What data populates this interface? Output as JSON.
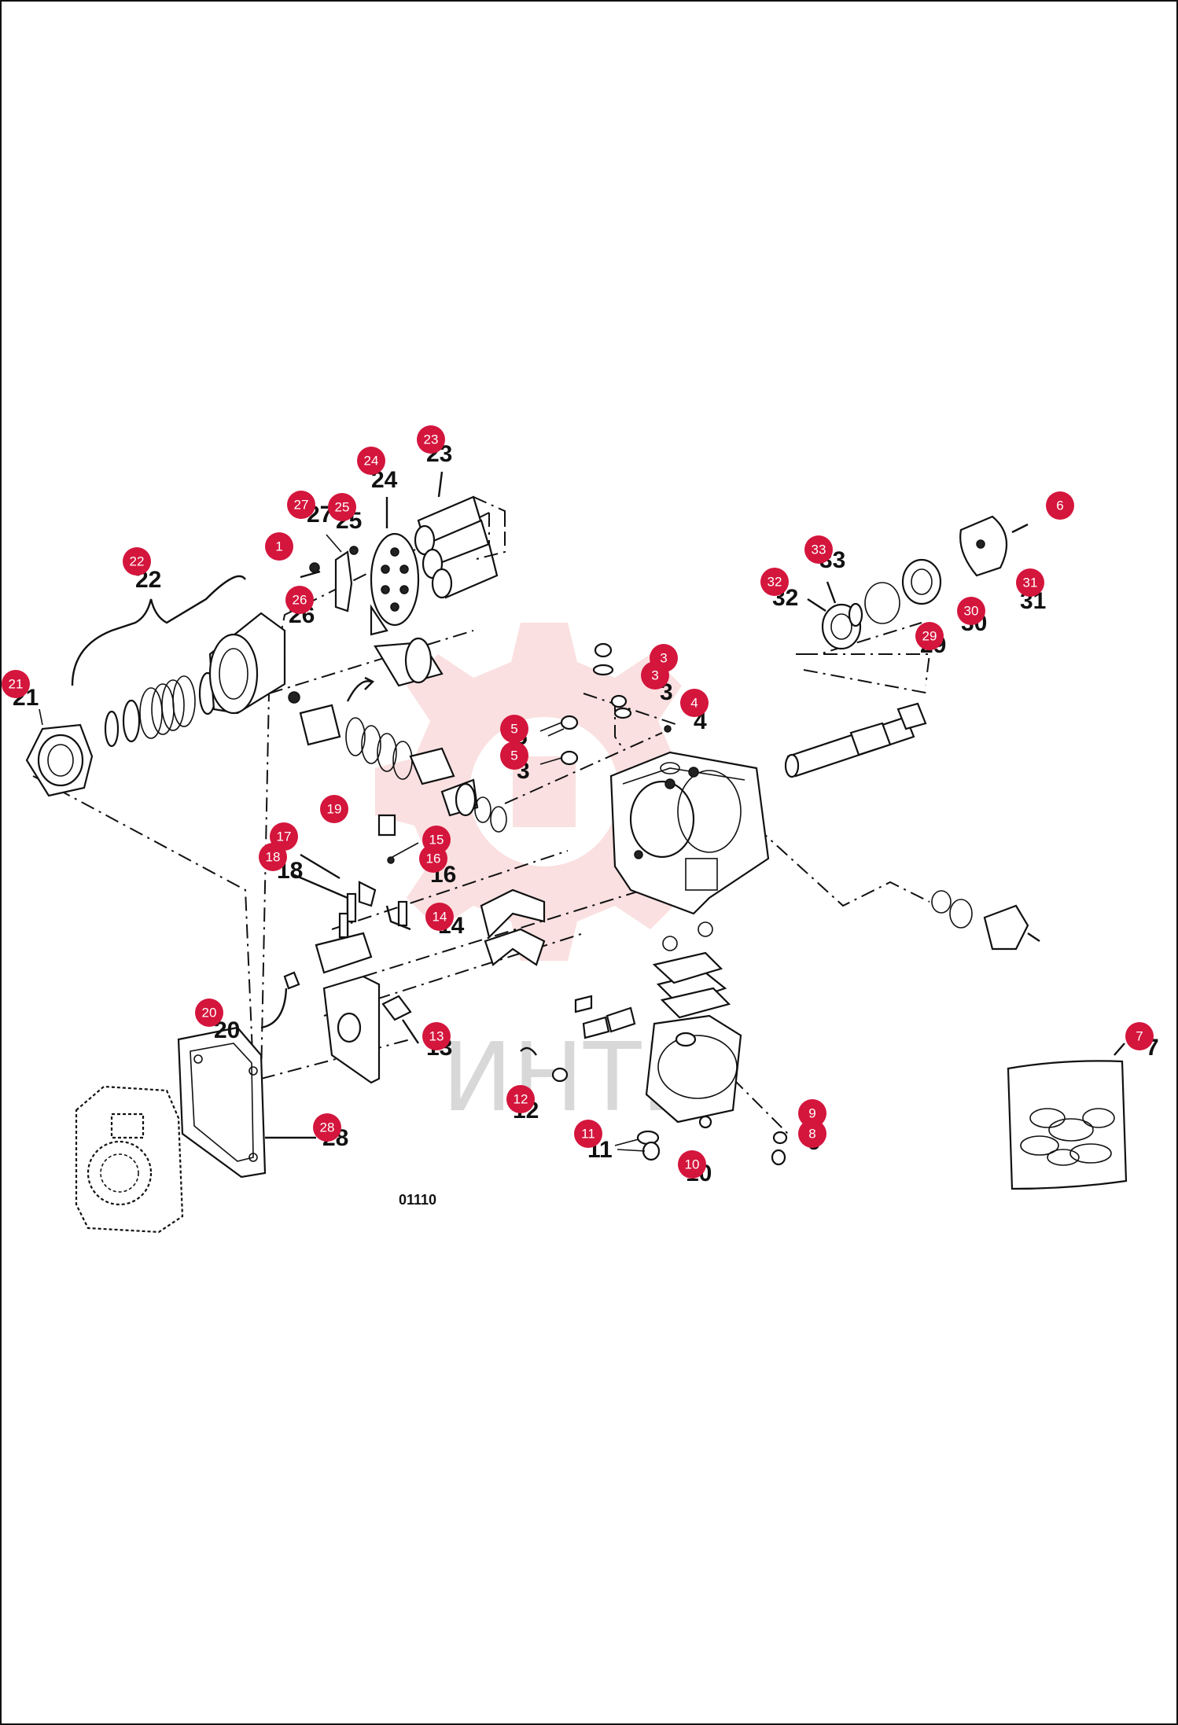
{
  "diagram": {
    "code": "01110",
    "watermark_text": "ИНТЕ"
  },
  "colors": {
    "badge": "#d4153c",
    "watermark": "#f6c7c7"
  },
  "callouts": [
    {
      "label": "1"
    },
    {
      "label": "3"
    },
    {
      "label": "3"
    },
    {
      "label": "4"
    },
    {
      "label": "5"
    },
    {
      "label": "5"
    },
    {
      "label": "6"
    },
    {
      "label": "7"
    },
    {
      "label": "8"
    },
    {
      "label": "9"
    },
    {
      "label": "10"
    },
    {
      "label": "11"
    },
    {
      "label": "12"
    },
    {
      "label": "13"
    },
    {
      "label": "14"
    },
    {
      "label": "15"
    },
    {
      "label": "16"
    },
    {
      "label": "17"
    },
    {
      "label": "18"
    },
    {
      "label": "19"
    },
    {
      "label": "20"
    },
    {
      "label": "21"
    },
    {
      "label": "22"
    },
    {
      "label": "23"
    },
    {
      "label": "24"
    },
    {
      "label": "25"
    },
    {
      "label": "26"
    },
    {
      "label": "27"
    },
    {
      "label": "28"
    },
    {
      "label": "29"
    },
    {
      "label": "30"
    },
    {
      "label": "31"
    },
    {
      "label": "32"
    },
    {
      "label": "33"
    }
  ],
  "printed_numbers": [
    {
      "label": "21"
    },
    {
      "label": "22"
    },
    {
      "label": "23"
    },
    {
      "label": "24"
    },
    {
      "label": "27"
    },
    {
      "label": "25"
    },
    {
      "label": "26"
    },
    {
      "label": "33"
    },
    {
      "label": "32"
    },
    {
      "label": "30"
    },
    {
      "label": "29"
    },
    {
      "label": "31"
    },
    {
      "label": "3"
    },
    {
      "label": "3"
    },
    {
      "label": "4"
    },
    {
      "label": "5"
    },
    {
      "label": "18"
    },
    {
      "label": "16"
    },
    {
      "label": "14"
    },
    {
      "label": "20"
    },
    {
      "label": "13"
    },
    {
      "label": "12"
    },
    {
      "label": "11"
    },
    {
      "label": "10"
    },
    {
      "label": "9"
    },
    {
      "label": "7"
    },
    {
      "label": "28"
    }
  ]
}
